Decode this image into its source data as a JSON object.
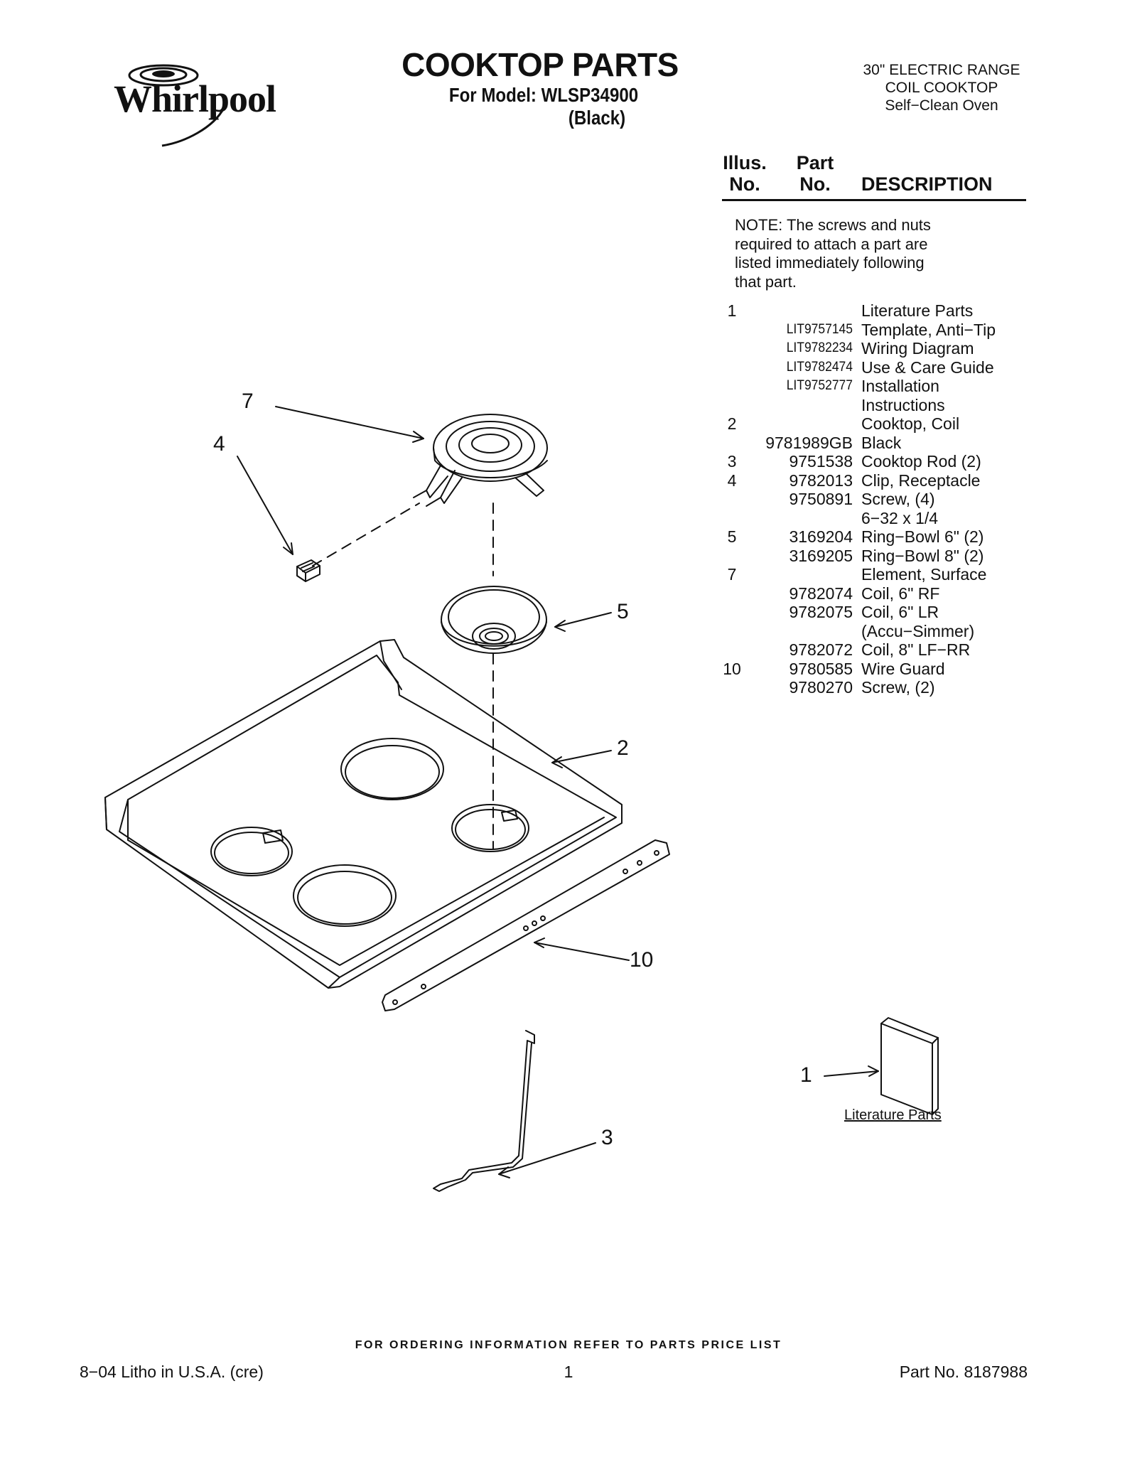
{
  "brand": {
    "name": "Whirlpool"
  },
  "header": {
    "title": "COOKTOP PARTS",
    "model": "For Model: WLSP34900",
    "color": "(Black)",
    "product_lines": [
      "30\" ELECTRIC RANGE",
      "COIL COOKTOP",
      "Self−Clean Oven"
    ]
  },
  "table": {
    "col_illus": [
      "Illus.",
      "No."
    ],
    "col_part": [
      "Part",
      "No."
    ],
    "col_desc": "DESCRIPTION",
    "note": "NOTE: The screws and nuts\nrequired to attach a part are\nlisted immediately following\n that part.",
    "rows": [
      {
        "illus": "1",
        "part": "",
        "desc": "Literature Parts"
      },
      {
        "illus": "",
        "part": "LIT9757145",
        "desc": "Template, Anti−Tip"
      },
      {
        "illus": "",
        "part": "LIT9782234",
        "desc": "Wiring Diagram"
      },
      {
        "illus": "",
        "part": "LIT9782474",
        "desc": "Use & Care Guide"
      },
      {
        "illus": "",
        "part": "LIT9752777",
        "desc": "Installation"
      },
      {
        "illus": "",
        "part": "",
        "desc": "Instructions"
      },
      {
        "illus": "2",
        "part": "",
        "desc": "Cooktop, Coil"
      },
      {
        "illus": "",
        "part": "9781989GB",
        "desc": "Black"
      },
      {
        "illus": "3",
        "part": "9751538",
        "desc": "Cooktop Rod (2)"
      },
      {
        "illus": "4",
        "part": "9782013",
        "desc": "Clip, Receptacle"
      },
      {
        "illus": "",
        "part": "9750891",
        "desc": "Screw, (4)"
      },
      {
        "illus": "",
        "part": "",
        "desc": "6−32 x 1/4"
      },
      {
        "illus": "5",
        "part": "3169204",
        "desc": "Ring−Bowl 6\" (2)"
      },
      {
        "illus": "",
        "part": "3169205",
        "desc": "Ring−Bowl 8\" (2)"
      },
      {
        "illus": "7",
        "part": "",
        "desc": "Element, Surface"
      },
      {
        "illus": "",
        "part": "9782074",
        "desc": "Coil, 6\" RF"
      },
      {
        "illus": "",
        "part": "9782075",
        "desc": "Coil, 6\" LR"
      },
      {
        "illus": "",
        "part": "",
        "desc": "(Accu−Simmer)"
      },
      {
        "illus": "",
        "part": "9782072",
        "desc": "Coil, 8\" LF−RR"
      },
      {
        "illus": "10",
        "part": "9780585",
        "desc": "Wire Guard"
      },
      {
        "illus": "",
        "part": "9780270",
        "desc": "Screw, (2)"
      }
    ]
  },
  "diagram": {
    "callouts": {
      "c7": "7",
      "c4": "4",
      "c5": "5",
      "c2": "2",
      "c10": "10",
      "c3": "3",
      "c1": "1"
    },
    "literature_caption": "Literature Parts"
  },
  "footer": {
    "ordering_info": "FOR ORDERING INFORMATION REFER TO PARTS PRICE LIST",
    "litho": "8−04 Litho in U.S.A. (cre)",
    "page": "1",
    "part_no": "Part No. 8187988"
  }
}
